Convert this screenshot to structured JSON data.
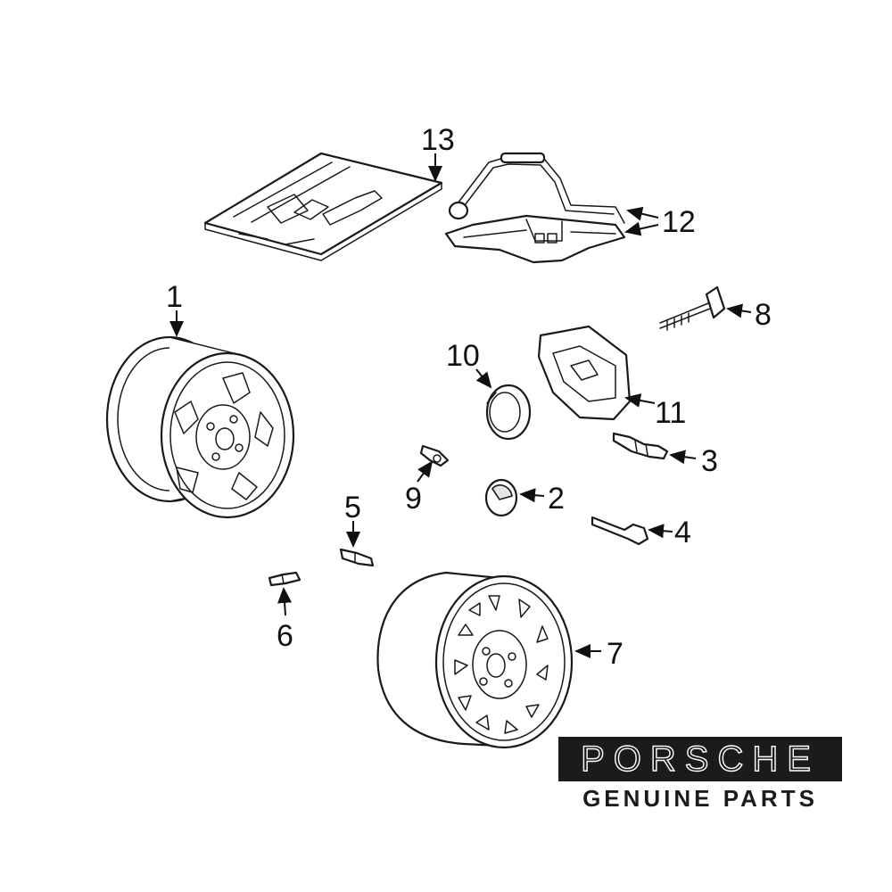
{
  "callouts": {
    "c1": "1",
    "c2": "2",
    "c3": "3",
    "c4": "4",
    "c5": "5",
    "c6": "6",
    "c7": "7",
    "c8": "8",
    "c9": "9",
    "c10": "10",
    "c11": "11",
    "c12": "12",
    "c13": "13"
  },
  "brand": {
    "logo_word": "PORSCHE",
    "tagline": "GENUINE PARTS"
  }
}
